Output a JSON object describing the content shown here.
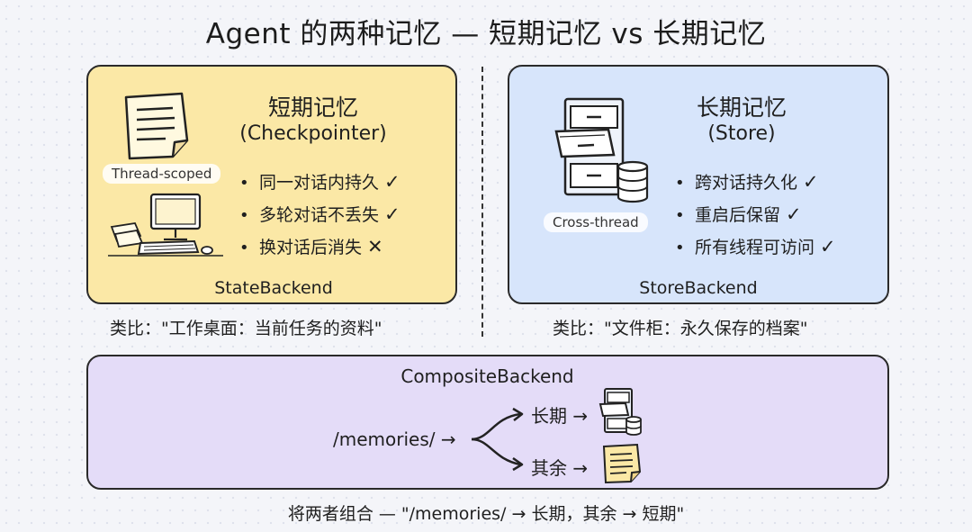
{
  "title": "Agent 的两种记忆 — 短期记忆 vs 长期记忆",
  "short_term": {
    "heading": "短期记忆",
    "subheading": "(Checkpointer)",
    "tag": "Thread-scoped",
    "features": [
      {
        "text": "同一对话内持久",
        "mark": "✓"
      },
      {
        "text": "多轮对话不丢失",
        "mark": "✓"
      },
      {
        "text": "换对话后消失",
        "mark": "✕"
      }
    ],
    "backend": "StateBackend",
    "analogy": "类比：\"工作桌面：当前任务的资料\""
  },
  "long_term": {
    "heading": "长期记忆",
    "subheading": "(Store)",
    "tag": "Cross-thread",
    "features": [
      {
        "text": "跨对话持久化",
        "mark": "✓"
      },
      {
        "text": "重启后保留",
        "mark": "✓"
      },
      {
        "text": "所有线程可访问",
        "mark": "✓"
      }
    ],
    "backend": "StoreBackend",
    "analogy": "类比：\"文件柜：永久保存的档案\""
  },
  "composite": {
    "title": "CompositeBackend",
    "path": "/memories/ →",
    "branch_long": "长期 →",
    "branch_rest": "其余 →",
    "caption": "将两者组合 — \"/memories/ → 长期，其余 → 短期\""
  },
  "bullet_symbol": "•"
}
